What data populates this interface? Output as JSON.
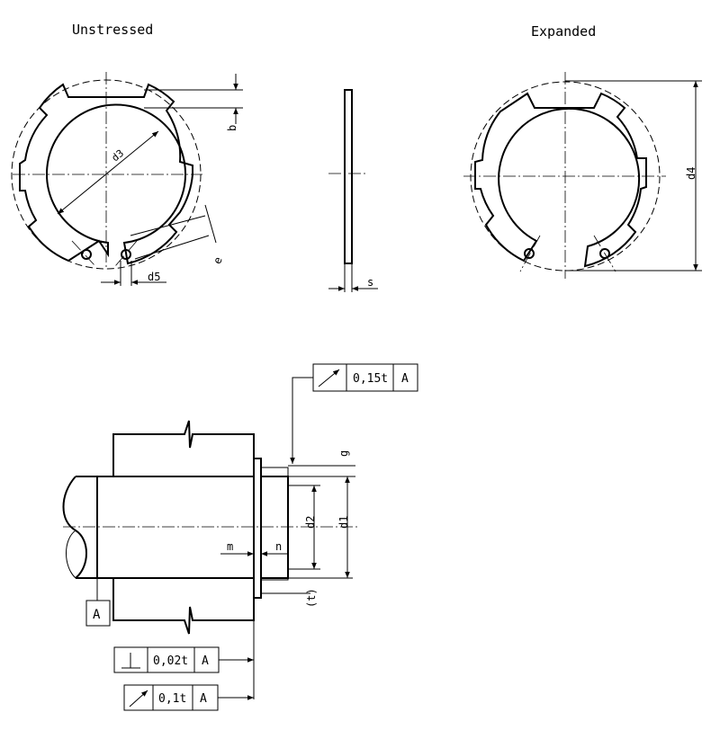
{
  "views": {
    "unstressed_title": "Unstressed",
    "expanded_title": "Expanded"
  },
  "dimensions": {
    "b": "b",
    "d3": "d3",
    "e": "e",
    "d5": "d5",
    "s": "s",
    "d4": "d4",
    "g": "g",
    "d2": "d2",
    "d1": "d1",
    "m": "m",
    "n": "n",
    "t_ref": "(t)"
  },
  "tolerances": {
    "top_runout": {
      "symbol": "runout-arrow",
      "value": "0,15t",
      "datum": "A"
    },
    "perpendicularity": {
      "symbol": "perpendicularity",
      "value": "0,02t",
      "datum": "A"
    },
    "bottom_runout": {
      "symbol": "runout-arrow",
      "value": "0,1t",
      "datum": "A"
    }
  },
  "datum": {
    "label": "A"
  },
  "colors": {
    "line": "#000000",
    "background": "#ffffff"
  }
}
